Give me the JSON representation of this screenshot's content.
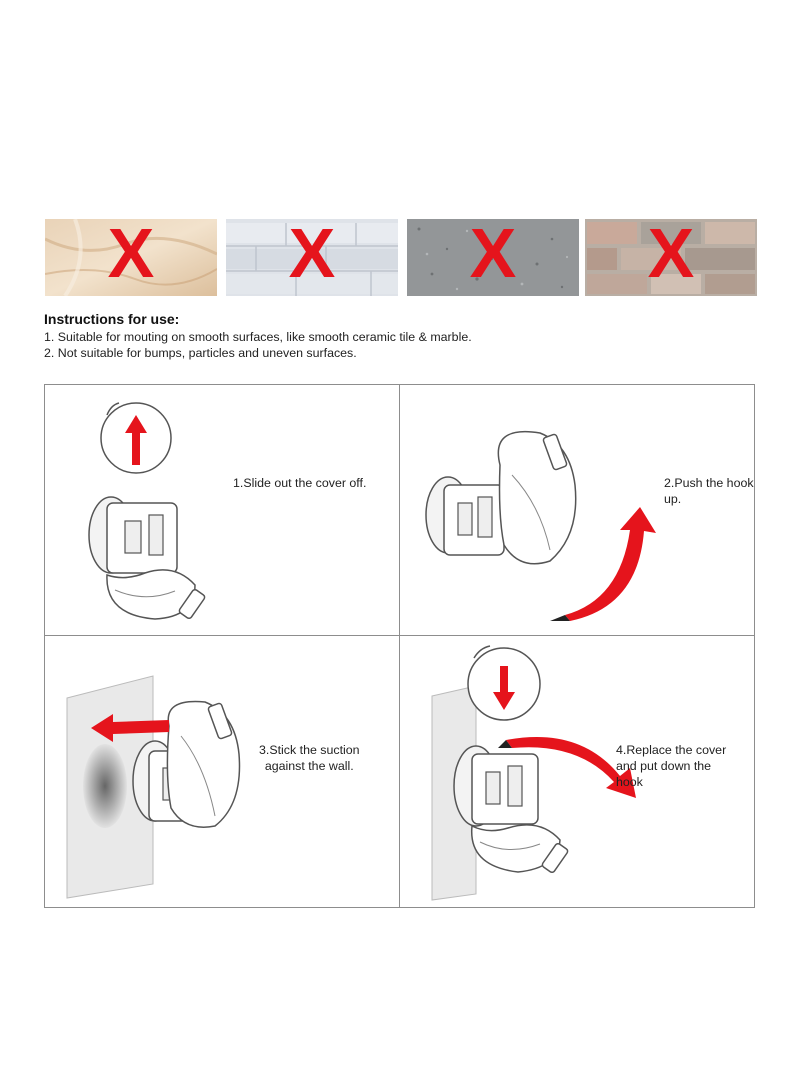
{
  "surfaces": [
    {
      "name": "marble",
      "mark": "X"
    },
    {
      "name": "brick-white",
      "mark": "X"
    },
    {
      "name": "concrete",
      "mark": "X"
    },
    {
      "name": "stone-brick",
      "mark": "X"
    }
  ],
  "colors": {
    "mark": "#e5141c",
    "border": "#8d8d8d",
    "arrow": "#e5141c"
  },
  "instructions": {
    "title": "Instructions for use:",
    "items": [
      "1. Suitable for mouting on smooth surfaces, like smooth ceramic tile & marble.",
      "2. Not suitable for bumps, particles and uneven surfaces."
    ]
  },
  "steps": [
    {
      "text": "1.Slide out the cover off.",
      "icon": "up-arrow-icon"
    },
    {
      "text": "2.Push the hook up.",
      "icon": "curved-up-arrow-icon"
    },
    {
      "text": "3.Stick the suction\nagainst the wall.",
      "icon": "left-arrow-icon"
    },
    {
      "text": "4.Replace the cover\nand put down the\nhook",
      "icon": "curved-down-arrow-icon"
    }
  ]
}
